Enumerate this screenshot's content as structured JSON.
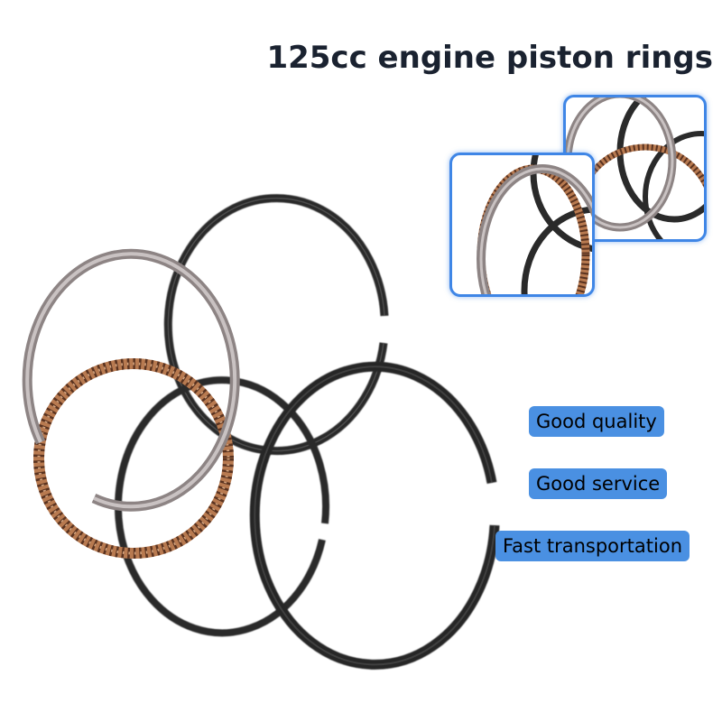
{
  "title": "125cc engine piston rings",
  "badges": [
    "Good quality",
    "Good service",
    "Fast transportation"
  ],
  "colors": {
    "badge_background": "#4a90e2",
    "inset_border": "#3f86e6",
    "title_text": "#1a2230",
    "ring_silver": "#a09898",
    "ring_black": "#2a2a2a",
    "ring_copper": "#b87a50"
  }
}
